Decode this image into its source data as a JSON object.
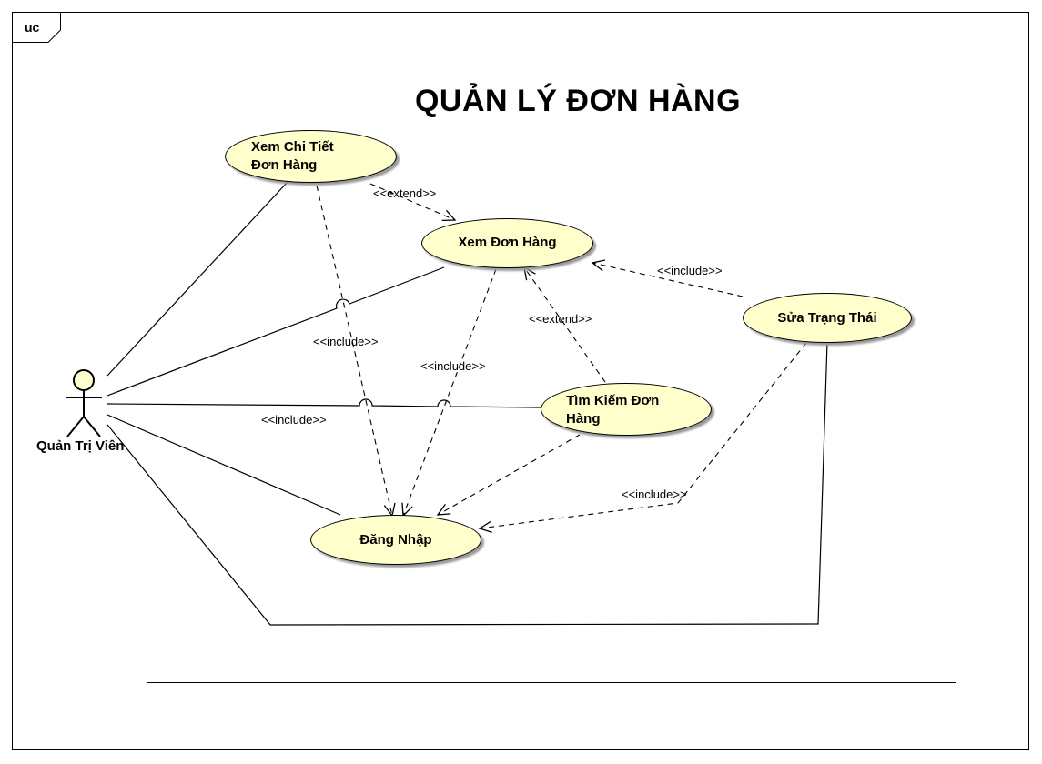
{
  "frame": {
    "label": "uc"
  },
  "diagram": {
    "title": "QUẢN LÝ ĐƠN HÀNG"
  },
  "actor": {
    "name": "Quản Trị Viên"
  },
  "use_cases": {
    "xem_chi_tiet": {
      "line1": "Xem Chi Tiết",
      "line2": "Đơn Hàng"
    },
    "xem_don_hang": {
      "label": "Xem Đơn Hàng"
    },
    "sua_trang_thai": {
      "label": "Sửa Trạng Thái"
    },
    "tim_kiem": {
      "line1": "Tìm Kiếm Đơn",
      "line2": "Hàng"
    },
    "dang_nhap": {
      "label": "Đăng Nhập"
    }
  },
  "relations": {
    "extend_chitiet_xem": "<<extend>>",
    "include_sua_xem": "<<include>>",
    "extend_timkiem_xem": "<<extend>>",
    "include_chitiet_dangnhap": "<<include>>",
    "include_xem_dangnhap": "<<include>>",
    "include_timkiem_dangnhap": "<<include>>",
    "include_sua_dangnhap": "<<include>>"
  },
  "colors": {
    "usecase_fill": "#ffffcc",
    "actor_fill": "#ffffcc",
    "line": "#000000"
  }
}
